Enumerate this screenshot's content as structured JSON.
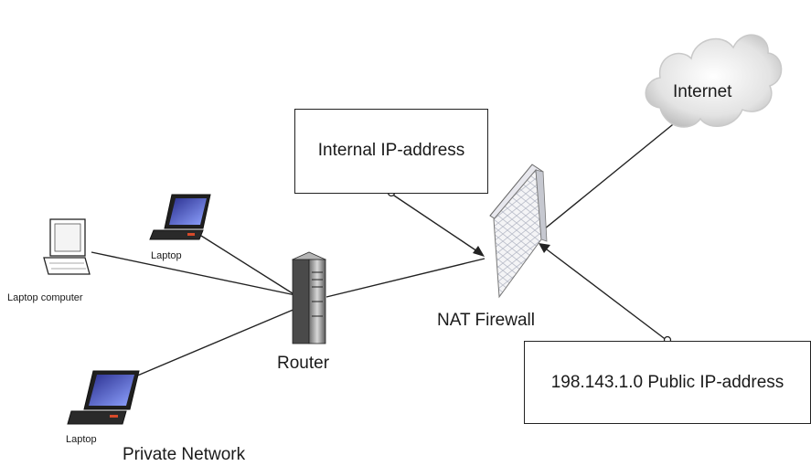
{
  "diagram": {
    "nodes": {
      "internet": "Internet",
      "nat_firewall": "NAT Firewall",
      "router": "Router",
      "laptop_computer": "Laptop computer",
      "laptop_top": "Laptop",
      "laptop_bottom": "Laptop",
      "private_network": "Private Network"
    },
    "boxes": {
      "internal": "Internal IP-address",
      "public": "198.143.1.0 Public IP-address"
    }
  }
}
